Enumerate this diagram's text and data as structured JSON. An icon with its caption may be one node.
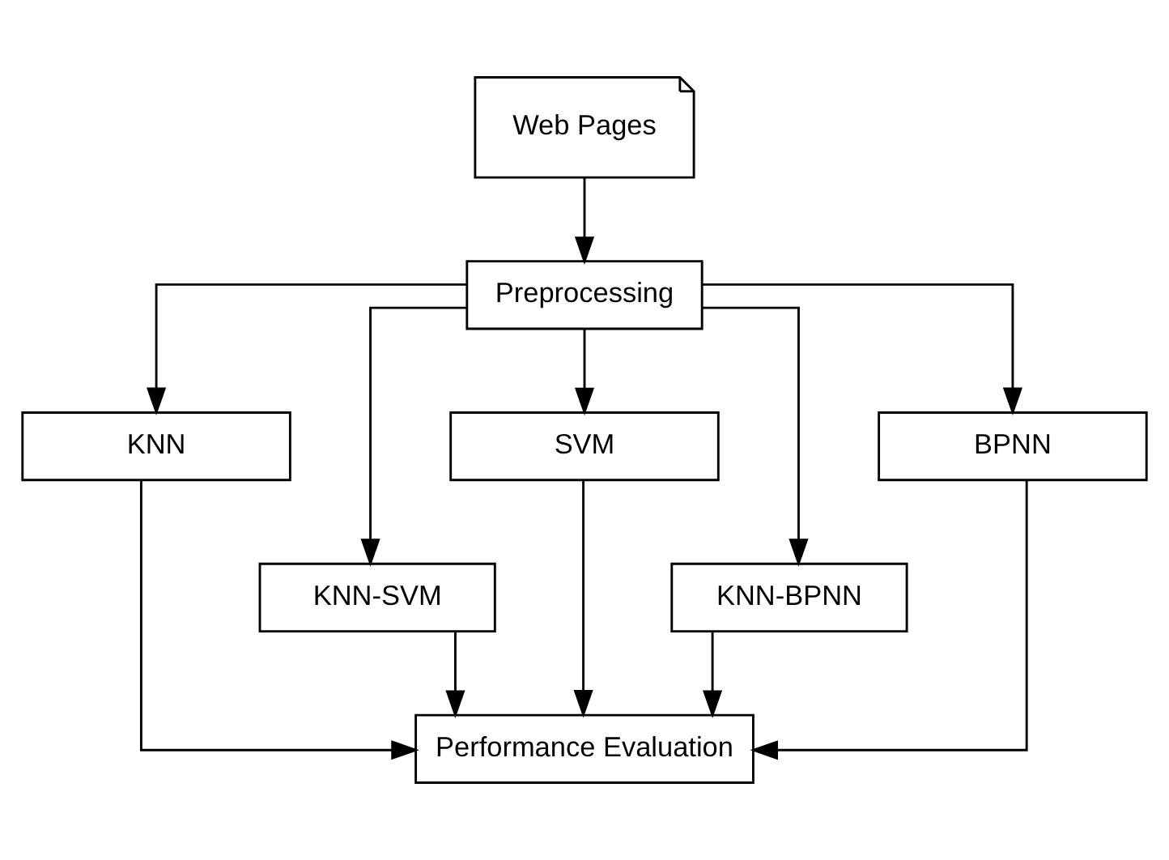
{
  "diagram": {
    "nodes": [
      {
        "text": [
          "Web Pages"
        ]
      },
      {
        "text": [
          "Preprocessing"
        ]
      },
      {
        "text": [
          "KNN"
        ]
      },
      {
        "text": [
          "SVM"
        ]
      },
      {
        "text": [
          "BPNN"
        ]
      },
      {
        "text": [
          "KNN-SVM"
        ]
      },
      {
        "text": [
          "KNN-BPNN"
        ]
      },
      {
        "text": [
          "Performance Evaluation"
        ]
      }
    ],
    "edges": [
      {
        "from": 0,
        "to": 1,
        "arrow": "to"
      },
      {
        "from": 1,
        "to": 2,
        "arrow": "to"
      },
      {
        "from": 1,
        "to": 5,
        "arrow": "to"
      },
      {
        "from": 1,
        "to": 3,
        "arrow": "to"
      },
      {
        "from": 1,
        "to": 6,
        "arrow": "to"
      },
      {
        "from": 1,
        "to": 4,
        "arrow": "to"
      },
      {
        "from": 2,
        "to": 7,
        "arrow": "to"
      },
      {
        "from": 5,
        "to": 7,
        "arrow": "to"
      },
      {
        "from": 3,
        "to": 7,
        "arrow": "to"
      },
      {
        "from": 6,
        "to": 7,
        "arrow": "to"
      },
      {
        "from": 4,
        "to": 7,
        "arrow": "to"
      }
    ]
  }
}
